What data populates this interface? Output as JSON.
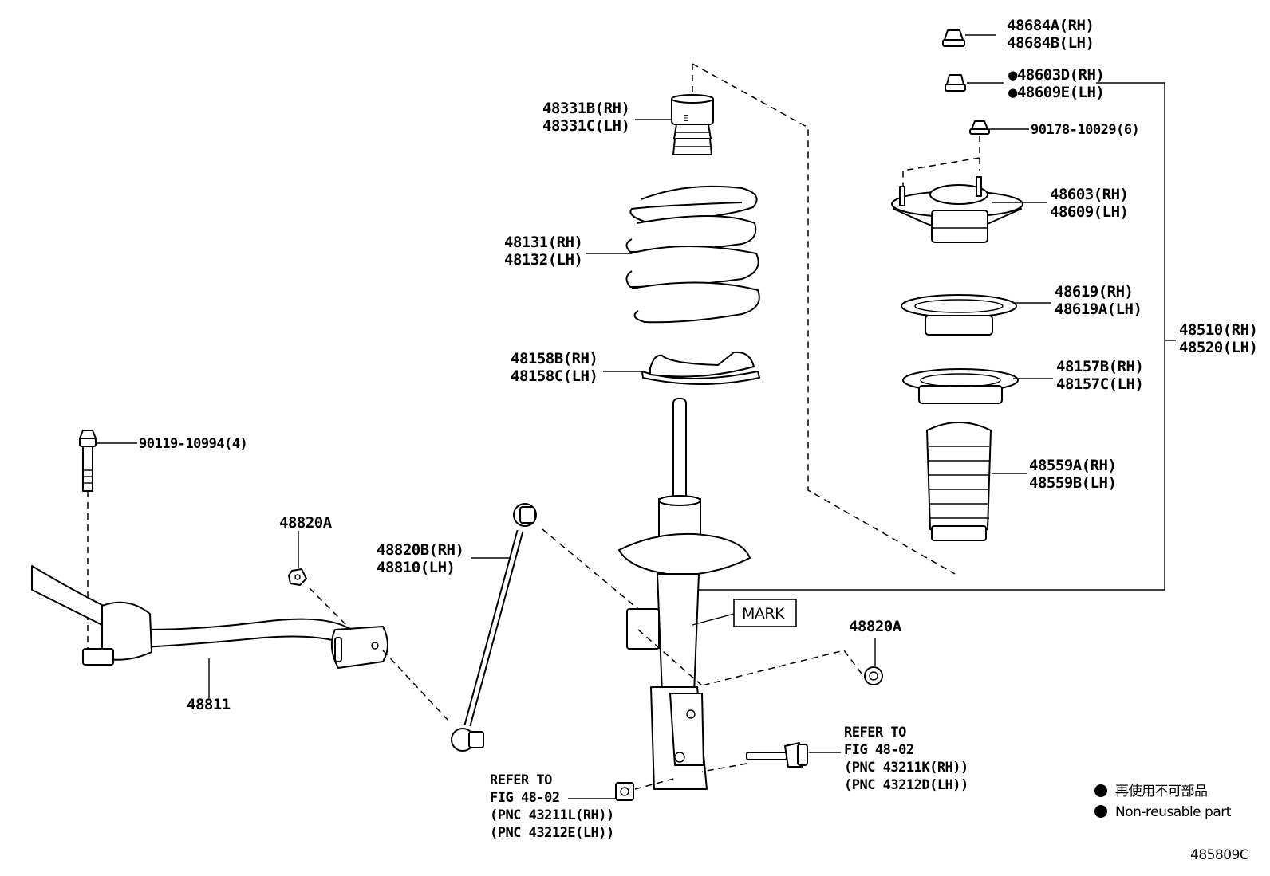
{
  "diagram": {
    "figure_code": "485809C",
    "legend": {
      "symbol": "●",
      "line1": "再使用不可部品",
      "line2": "Non-reusable part"
    },
    "labels": {
      "p48684A": "48684A(RH)",
      "p48684B": "48684B(LH)",
      "p48603D": "●48603D(RH)",
      "p48609E": "●48609E(LH)",
      "p90178": "90178-10029(6)",
      "p48331B": "48331B(RH)",
      "p48331C": "48331C(LH)",
      "p48603": "48603(RH)",
      "p48609": "48609(LH)",
      "p48131": "48131(RH)",
      "p48132": "48132(LH)",
      "p48619": "48619(RH)",
      "p48619A": "48619A(LH)",
      "p48510": "48510(RH)",
      "p48520": "48520(LH)",
      "p48158B": "48158B(RH)",
      "p48158C": "48158C(LH)",
      "p48157B": "48157B(RH)",
      "p48157C": "48157C(LH)",
      "p90119": "90119-10994(4)",
      "p48559A": "48559A(RH)",
      "p48559B": "48559B(LH)",
      "p48820A_left": "48820A",
      "p48820B": "48820B(RH)",
      "p48810": "48810(LH)",
      "mark": "MARK",
      "p48820A_right": "48820A",
      "p48811": "48811",
      "ref_right_1": "REFER TO",
      "ref_right_2": "FIG 48-02",
      "ref_right_3": "(PNC 43211K(RH))",
      "ref_right_4": "(PNC 43212D(LH))",
      "ref_left_1": "REFER TO",
      "ref_left_2": "FIG 48-02",
      "ref_left_3": "(PNC 43211L(RH))",
      "ref_left_4": "(PNC 43212E(LH))"
    }
  }
}
